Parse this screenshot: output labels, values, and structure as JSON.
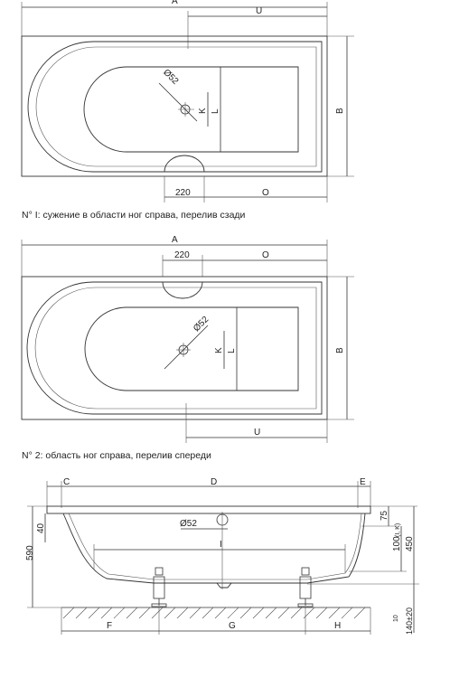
{
  "plan1": {
    "labels": {
      "A": "A",
      "U": "U",
      "B": "B",
      "K": "K",
      "L": "L",
      "d52": "Ø52",
      "w220": "220",
      "O": "O"
    },
    "caption": "N° I: сужение в области ног справа, перелив сзади"
  },
  "plan2": {
    "labels": {
      "A": "A",
      "U": "U",
      "B": "B",
      "K": "K",
      "L": "L",
      "d52": "Ø52",
      "w220": "220",
      "O": "O"
    },
    "caption": "N° 2: область ног справа, перелив спереди"
  },
  "side": {
    "labels": {
      "C": "C",
      "D": "D",
      "E": "E",
      "F": "F",
      "G": "G",
      "H": "H",
      "I": "I",
      "d52": "Ø52",
      "h590": "590",
      "h40": "40",
      "h75": "75",
      "h100": "100",
      "h100note": "(I, K)",
      "h450": "450",
      "h10": "10",
      "h140_20": "140±20"
    }
  }
}
